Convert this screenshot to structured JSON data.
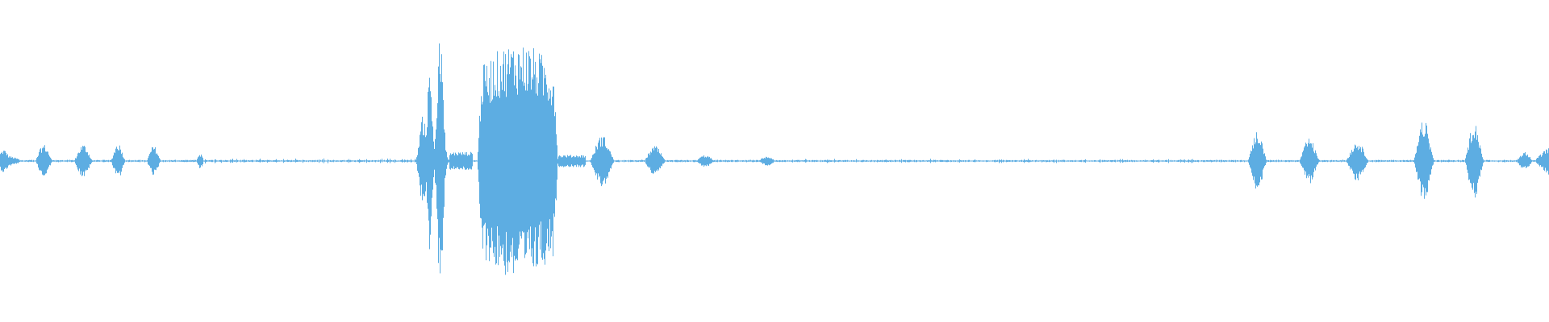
{
  "waveform": {
    "color": "#5dade2",
    "background": "#ffffff",
    "centerline_color": "#5dade2",
    "amplitude_range": [
      -1,
      1
    ],
    "duration_frac_start": 0.0,
    "duration_frac_end": 1.0,
    "segments": [
      {
        "start": 0.0,
        "end": 0.016,
        "peak": 0.09,
        "shape": "decay"
      },
      {
        "start": 0.022,
        "end": 0.034,
        "peak": 0.11,
        "shape": "bump"
      },
      {
        "start": 0.047,
        "end": 0.06,
        "peak": 0.11,
        "shape": "bump"
      },
      {
        "start": 0.071,
        "end": 0.081,
        "peak": 0.12,
        "shape": "bump"
      },
      {
        "start": 0.094,
        "end": 0.104,
        "peak": 0.1,
        "shape": "bump"
      },
      {
        "start": 0.126,
        "end": 0.132,
        "peak": 0.05,
        "shape": "bump"
      },
      {
        "start": 0.268,
        "end": 0.278,
        "peak": 0.3,
        "shape": "bump"
      },
      {
        "start": 0.274,
        "end": 0.29,
        "peak": 0.83,
        "shape": "double"
      },
      {
        "start": 0.29,
        "end": 0.305,
        "peak": 0.06,
        "shape": "flat"
      },
      {
        "start": 0.308,
        "end": 0.36,
        "peak": 0.78,
        "shape": "block"
      },
      {
        "start": 0.36,
        "end": 0.378,
        "peak": 0.04,
        "shape": "flat"
      },
      {
        "start": 0.38,
        "end": 0.397,
        "peak": 0.17,
        "shape": "bump"
      },
      {
        "start": 0.415,
        "end": 0.43,
        "peak": 0.1,
        "shape": "bump"
      },
      {
        "start": 0.448,
        "end": 0.462,
        "peak": 0.04,
        "shape": "bump"
      },
      {
        "start": 0.488,
        "end": 0.502,
        "peak": 0.03,
        "shape": "bump"
      },
      {
        "start": 0.805,
        "end": 0.818,
        "peak": 0.2,
        "shape": "bump"
      },
      {
        "start": 0.838,
        "end": 0.852,
        "peak": 0.15,
        "shape": "bump"
      },
      {
        "start": 0.868,
        "end": 0.884,
        "peak": 0.13,
        "shape": "bump"
      },
      {
        "start": 0.912,
        "end": 0.926,
        "peak": 0.27,
        "shape": "bump"
      },
      {
        "start": 0.945,
        "end": 0.958,
        "peak": 0.26,
        "shape": "bump"
      },
      {
        "start": 0.978,
        "end": 0.99,
        "peak": 0.06,
        "shape": "bump"
      },
      {
        "start": 0.99,
        "end": 1.0,
        "peak": 0.1,
        "shape": "rise"
      }
    ],
    "noise_floor": 0.012,
    "noise_regions": [
      {
        "start": 0.132,
        "end": 0.268,
        "peak": 0.012
      },
      {
        "start": 0.502,
        "end": 0.805,
        "peak": 0.01
      }
    ]
  }
}
